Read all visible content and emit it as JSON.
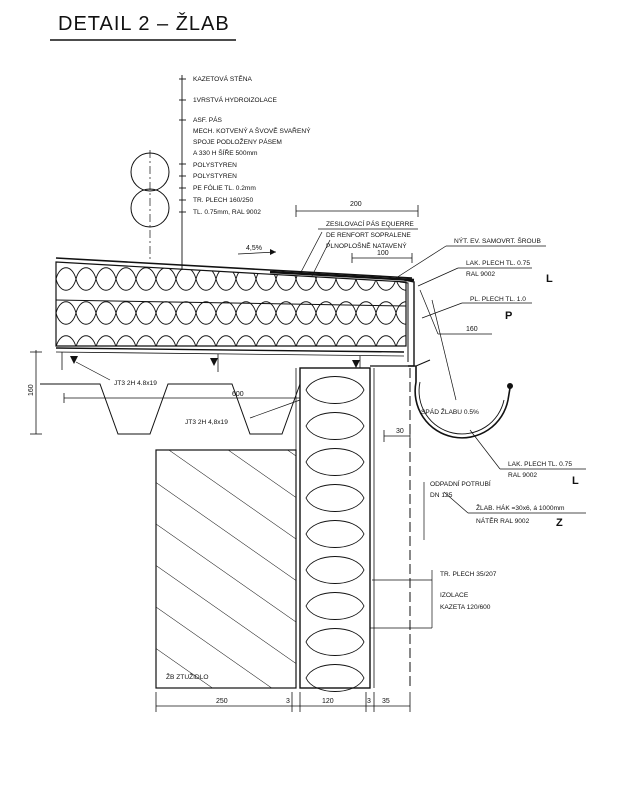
{
  "title": "DETAIL 2 – ŽLAB",
  "layer_notes": [
    "KAZETOVÁ STĚNA",
    "1VRSTVÁ HYDROIZOLACE",
    "ASF. PÁS",
    "MECH. KOTVENÝ A ŠVOVĚ SVAŘENÝ",
    "SPOJE PODLOŽENY PÁSEM",
    "A 330 H ŠÍŘE 500mm",
    "POLYSTYREN",
    "POLYSTYREN",
    "PE FÓLIE TL. 0.2mm",
    "TR. PLECH 160/250",
    "TL. 0.75mm, RAL 9002"
  ],
  "reinforcement_note": [
    "ZESILOVACÍ PÁS EQUERRE",
    "DE RENFORT SOPRALENE",
    "PLNOPLOŠNĚ NATAVENÝ"
  ],
  "slope_label": "4,5%",
  "screw_note": "NÝT. EV. SAMOVRT. ŠROUB",
  "flashing_L_top": {
    "line1": "LAK. PLECH TL. 0.75",
    "line2": "RAL 9002",
    "mark": "L"
  },
  "flashing_P": {
    "line1": "PL. PLECH TL. 1.0",
    "mark": "P"
  },
  "fastener_1": "JT3 2H 4.8x19",
  "fastener_2": "JT3 2H 4,8x19",
  "gutter_slope": "SPÁD ŽLABU 0.5%",
  "gutter_L": {
    "line1": "LAK. PLECH TL. 0.75",
    "line2": "RAL 9002",
    "mark": "L"
  },
  "downpipe": [
    "ODPADNÍ POTRUBÍ",
    "DN 125"
  ],
  "hook": {
    "line1": "ŽLAB. HÁK =30x6, á 1000mm",
    "line2": "NÁTĚR RAL 9002",
    "mark": "Z"
  },
  "wall_notes": [
    "TR. PLECH 35/207",
    "IZOLACE",
    "KAZETA 120/600"
  ],
  "column_label": "ŽB ZTUŽIDLO",
  "dims": {
    "d200": "200",
    "d100": "100",
    "d160_right": "160",
    "d160_left": "160",
    "d600": "600",
    "d30": "30",
    "d250": "250",
    "d3a": "3",
    "d120": "120",
    "d3b": "3",
    "d35": "35"
  },
  "colors": {
    "ink": "#111111",
    "paper": "#ffffff"
  }
}
